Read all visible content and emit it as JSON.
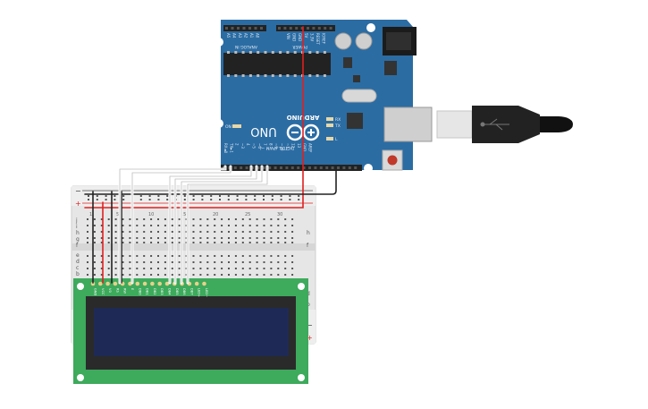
{
  "arduino": {
    "brand": "ARDUINO",
    "model": "UNO",
    "header_analog": "ANALOG IN",
    "header_power": "POWER",
    "header_digital": "DIGITAL (PWM ~)",
    "analog_pins": [
      "A5",
      "A4",
      "A3",
      "A2",
      "A1",
      "A0"
    ],
    "power_pins": [
      "VIN",
      "GND",
      "GND",
      "5V",
      "3.3V",
      "RESET",
      "IOREF"
    ],
    "digital_pins": [
      "RX◄0",
      "TX►1",
      "2",
      "~3",
      "4",
      "~5",
      "~6",
      "7",
      "8",
      "~9",
      "~10",
      "~11",
      "12",
      "13",
      "GND",
      "AREF"
    ],
    "led_on": "ON",
    "led_tx": "TX",
    "led_rx": "RX",
    "led_l": "L",
    "color_board": "#2b6ca3"
  },
  "breadboard": {
    "rail_plus": "+",
    "rail_minus": "−",
    "row_letters_top": [
      "j",
      "i",
      "h",
      "g",
      "f"
    ],
    "row_letters_bottom": [
      "e",
      "d",
      "c",
      "b",
      "a"
    ],
    "column_numbers": [
      "1",
      "5",
      "10",
      "15",
      "20",
      "25",
      "30"
    ]
  },
  "lcd": {
    "pin_labels": [
      "GND",
      "VCC",
      "V0",
      "RS",
      "RW",
      "E",
      "DB0",
      "DB1",
      "DB2",
      "DB3",
      "DB4",
      "DB5",
      "DB6",
      "DB7",
      "LED+",
      "LED−"
    ],
    "color_pcb": "#3daa5c",
    "color_screen": "#1e2a55"
  },
  "wires": {
    "red": "#e02020",
    "black": "#222222",
    "white": "#f2f2f2"
  }
}
